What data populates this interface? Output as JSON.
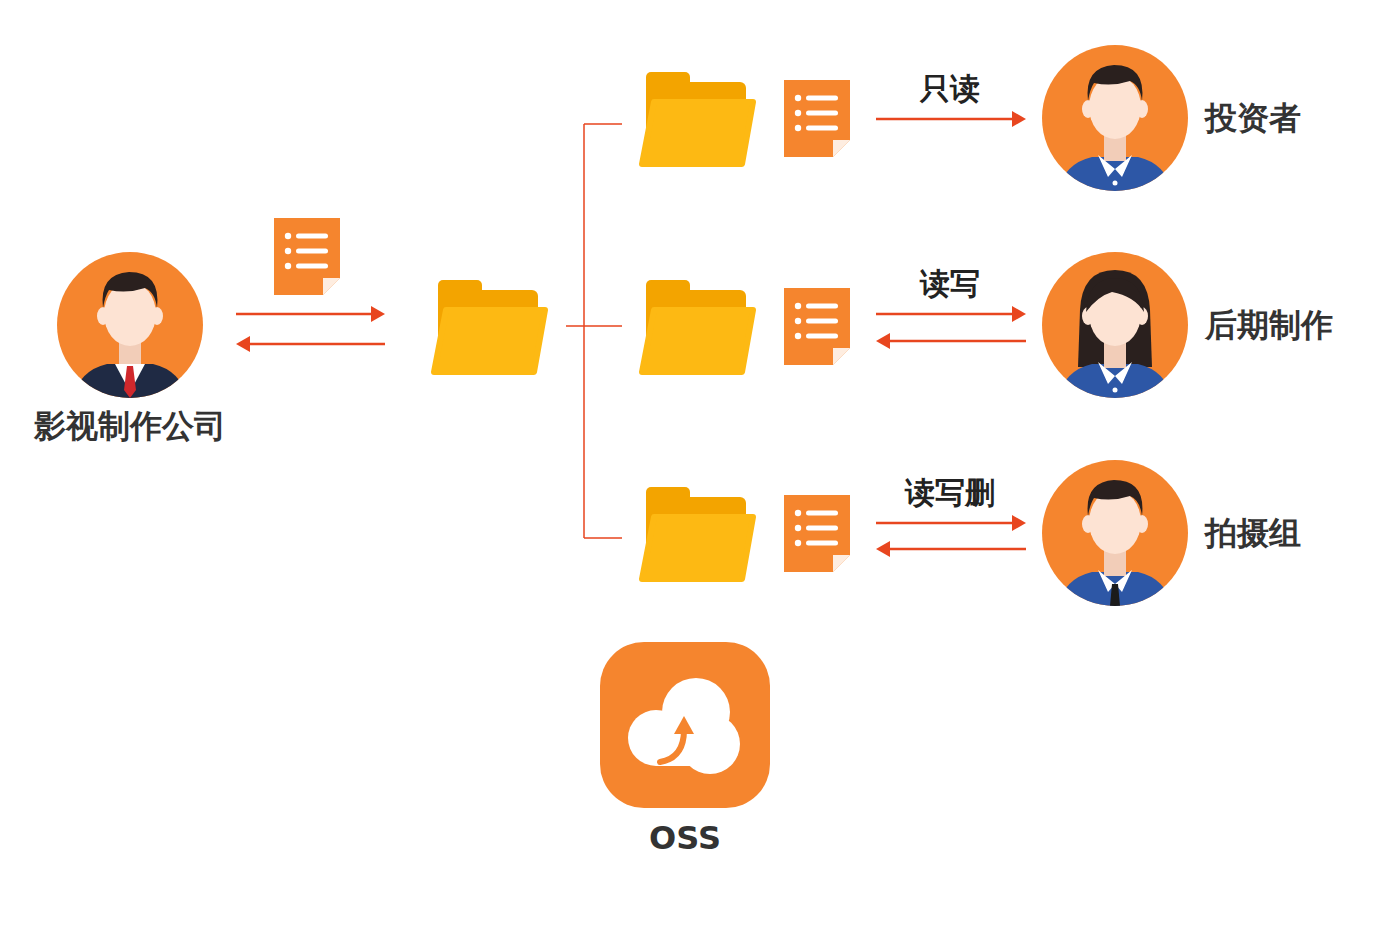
{
  "diagram": {
    "nodes": [
      {
        "text": [
          "影视制作公司"
        ]
      },
      {
        "text": [
          "投资者"
        ]
      },
      {
        "text": [
          "后期制作"
        ]
      },
      {
        "text": [
          "拍摄组"
        ]
      },
      {
        "text": [
          "OSS"
        ]
      }
    ],
    "labels": [
      "只读",
      "读写",
      "读写删"
    ]
  }
}
